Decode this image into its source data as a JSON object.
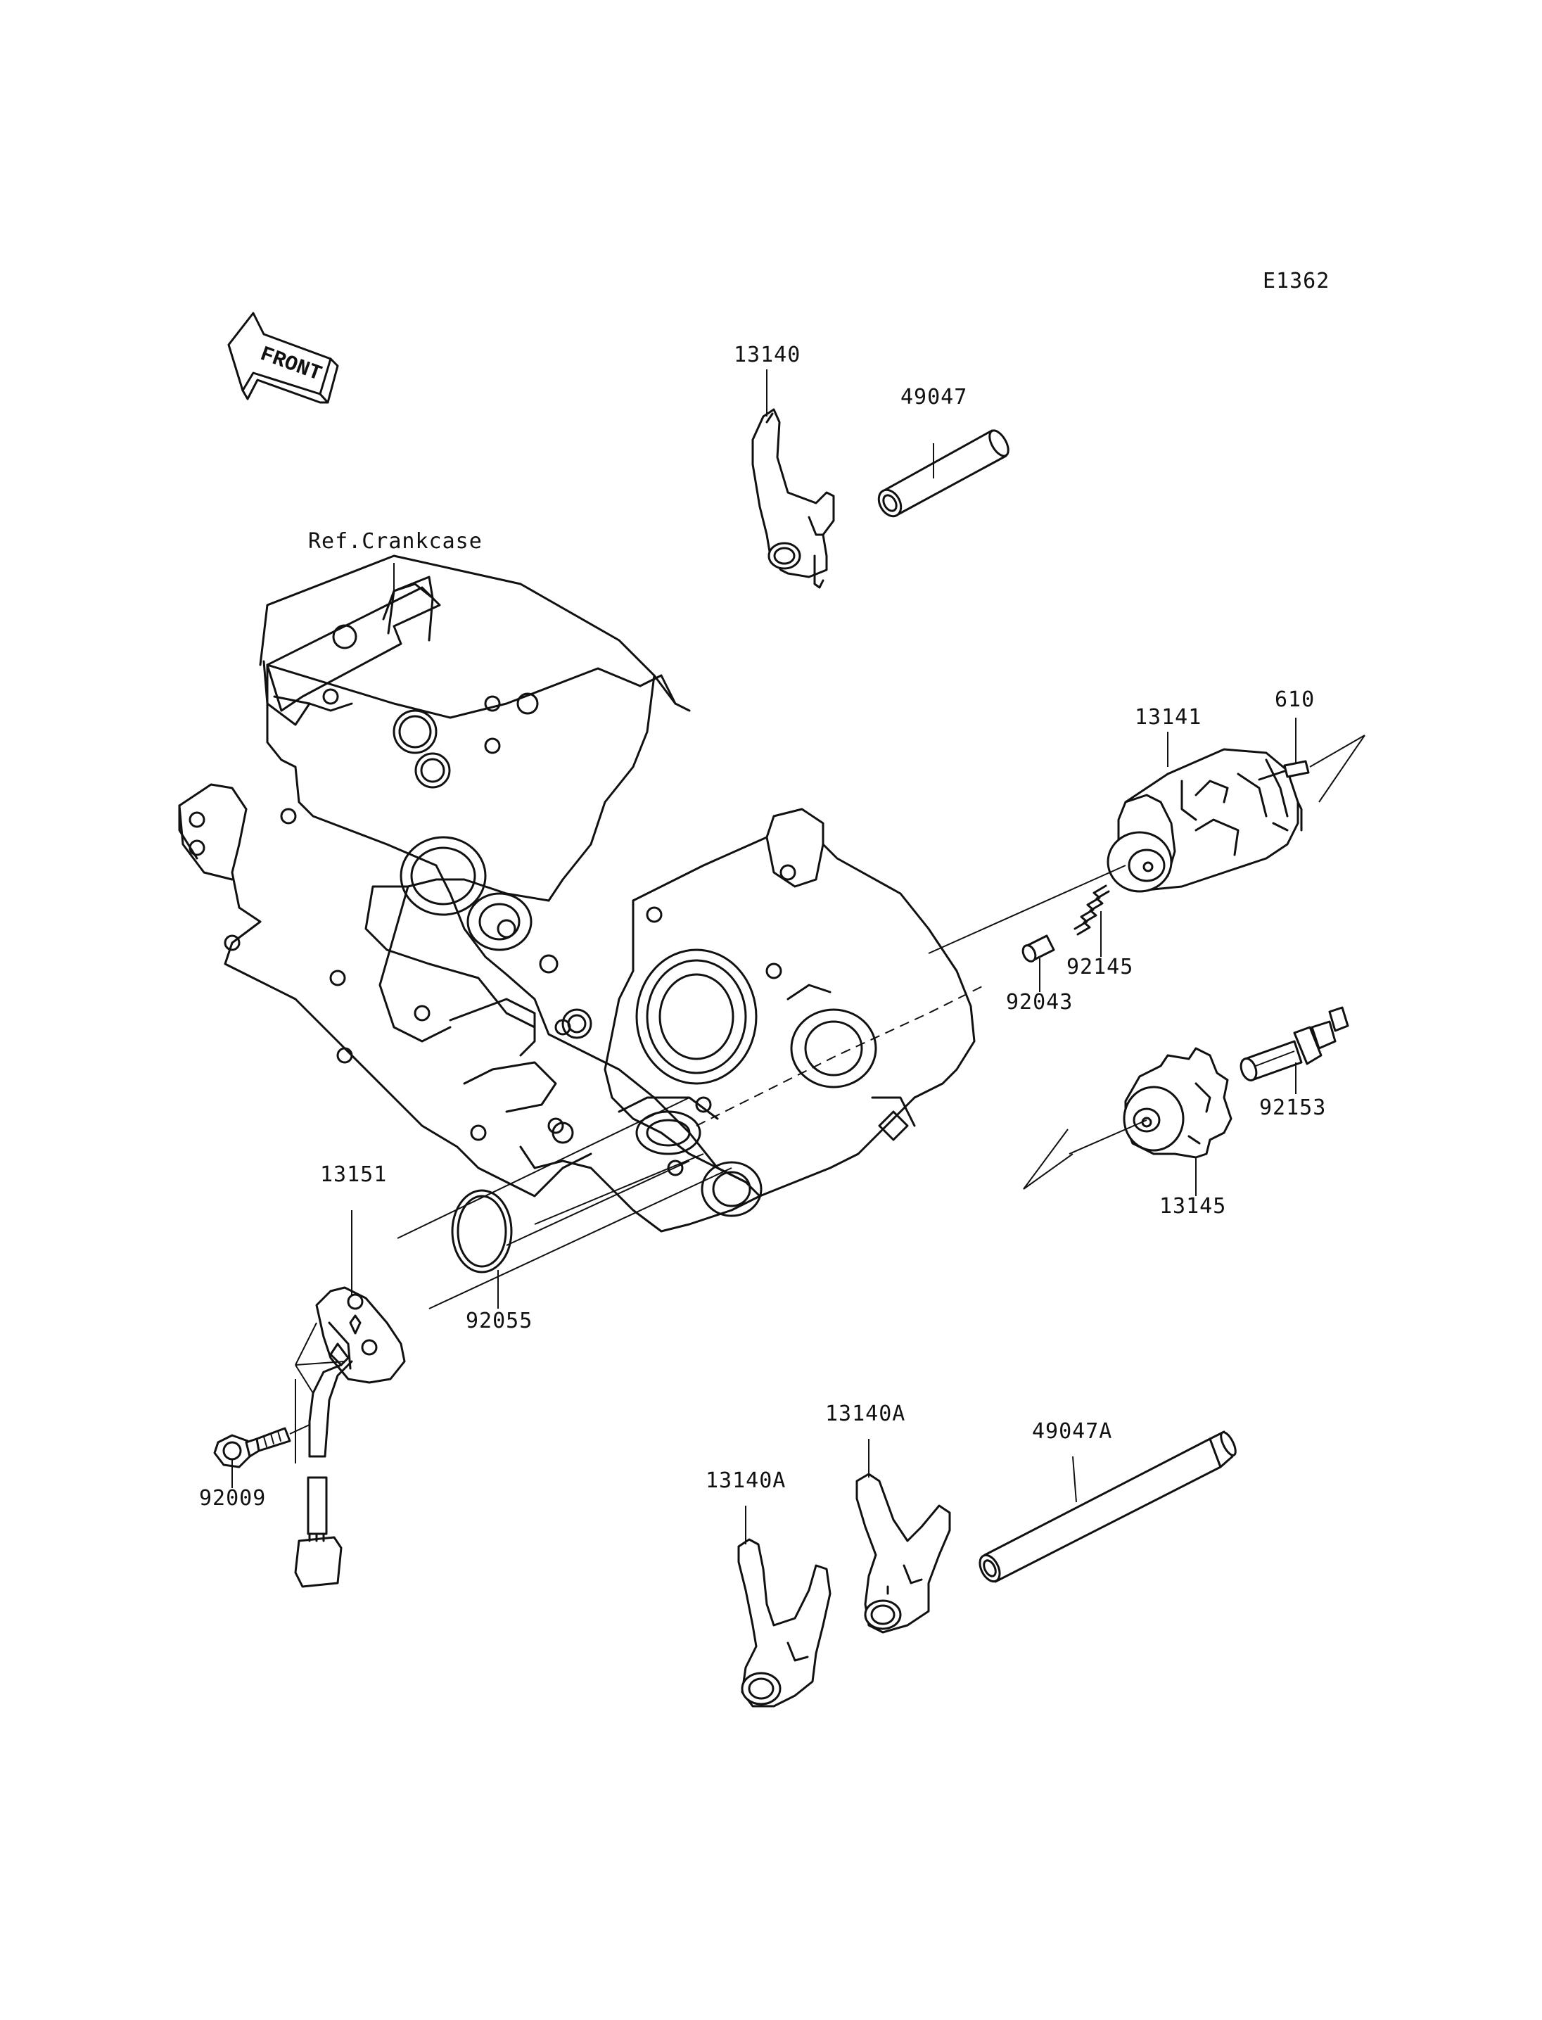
{
  "diagram_code": "E1362",
  "front_badge": "FRONT",
  "labels": {
    "ref_crankcase": "Ref.Crankcase",
    "p13140": "13140",
    "p49047": "49047",
    "p13141": "13141",
    "p610": "610",
    "p92145": "92145",
    "p92043": "92043",
    "p92153": "92153",
    "p13145": "13145",
    "p13151": "13151",
    "p92055": "92055",
    "p92009": "92009",
    "p13140A_top": "13140A",
    "p13140A_left": "13140A",
    "p49047A": "49047A"
  }
}
